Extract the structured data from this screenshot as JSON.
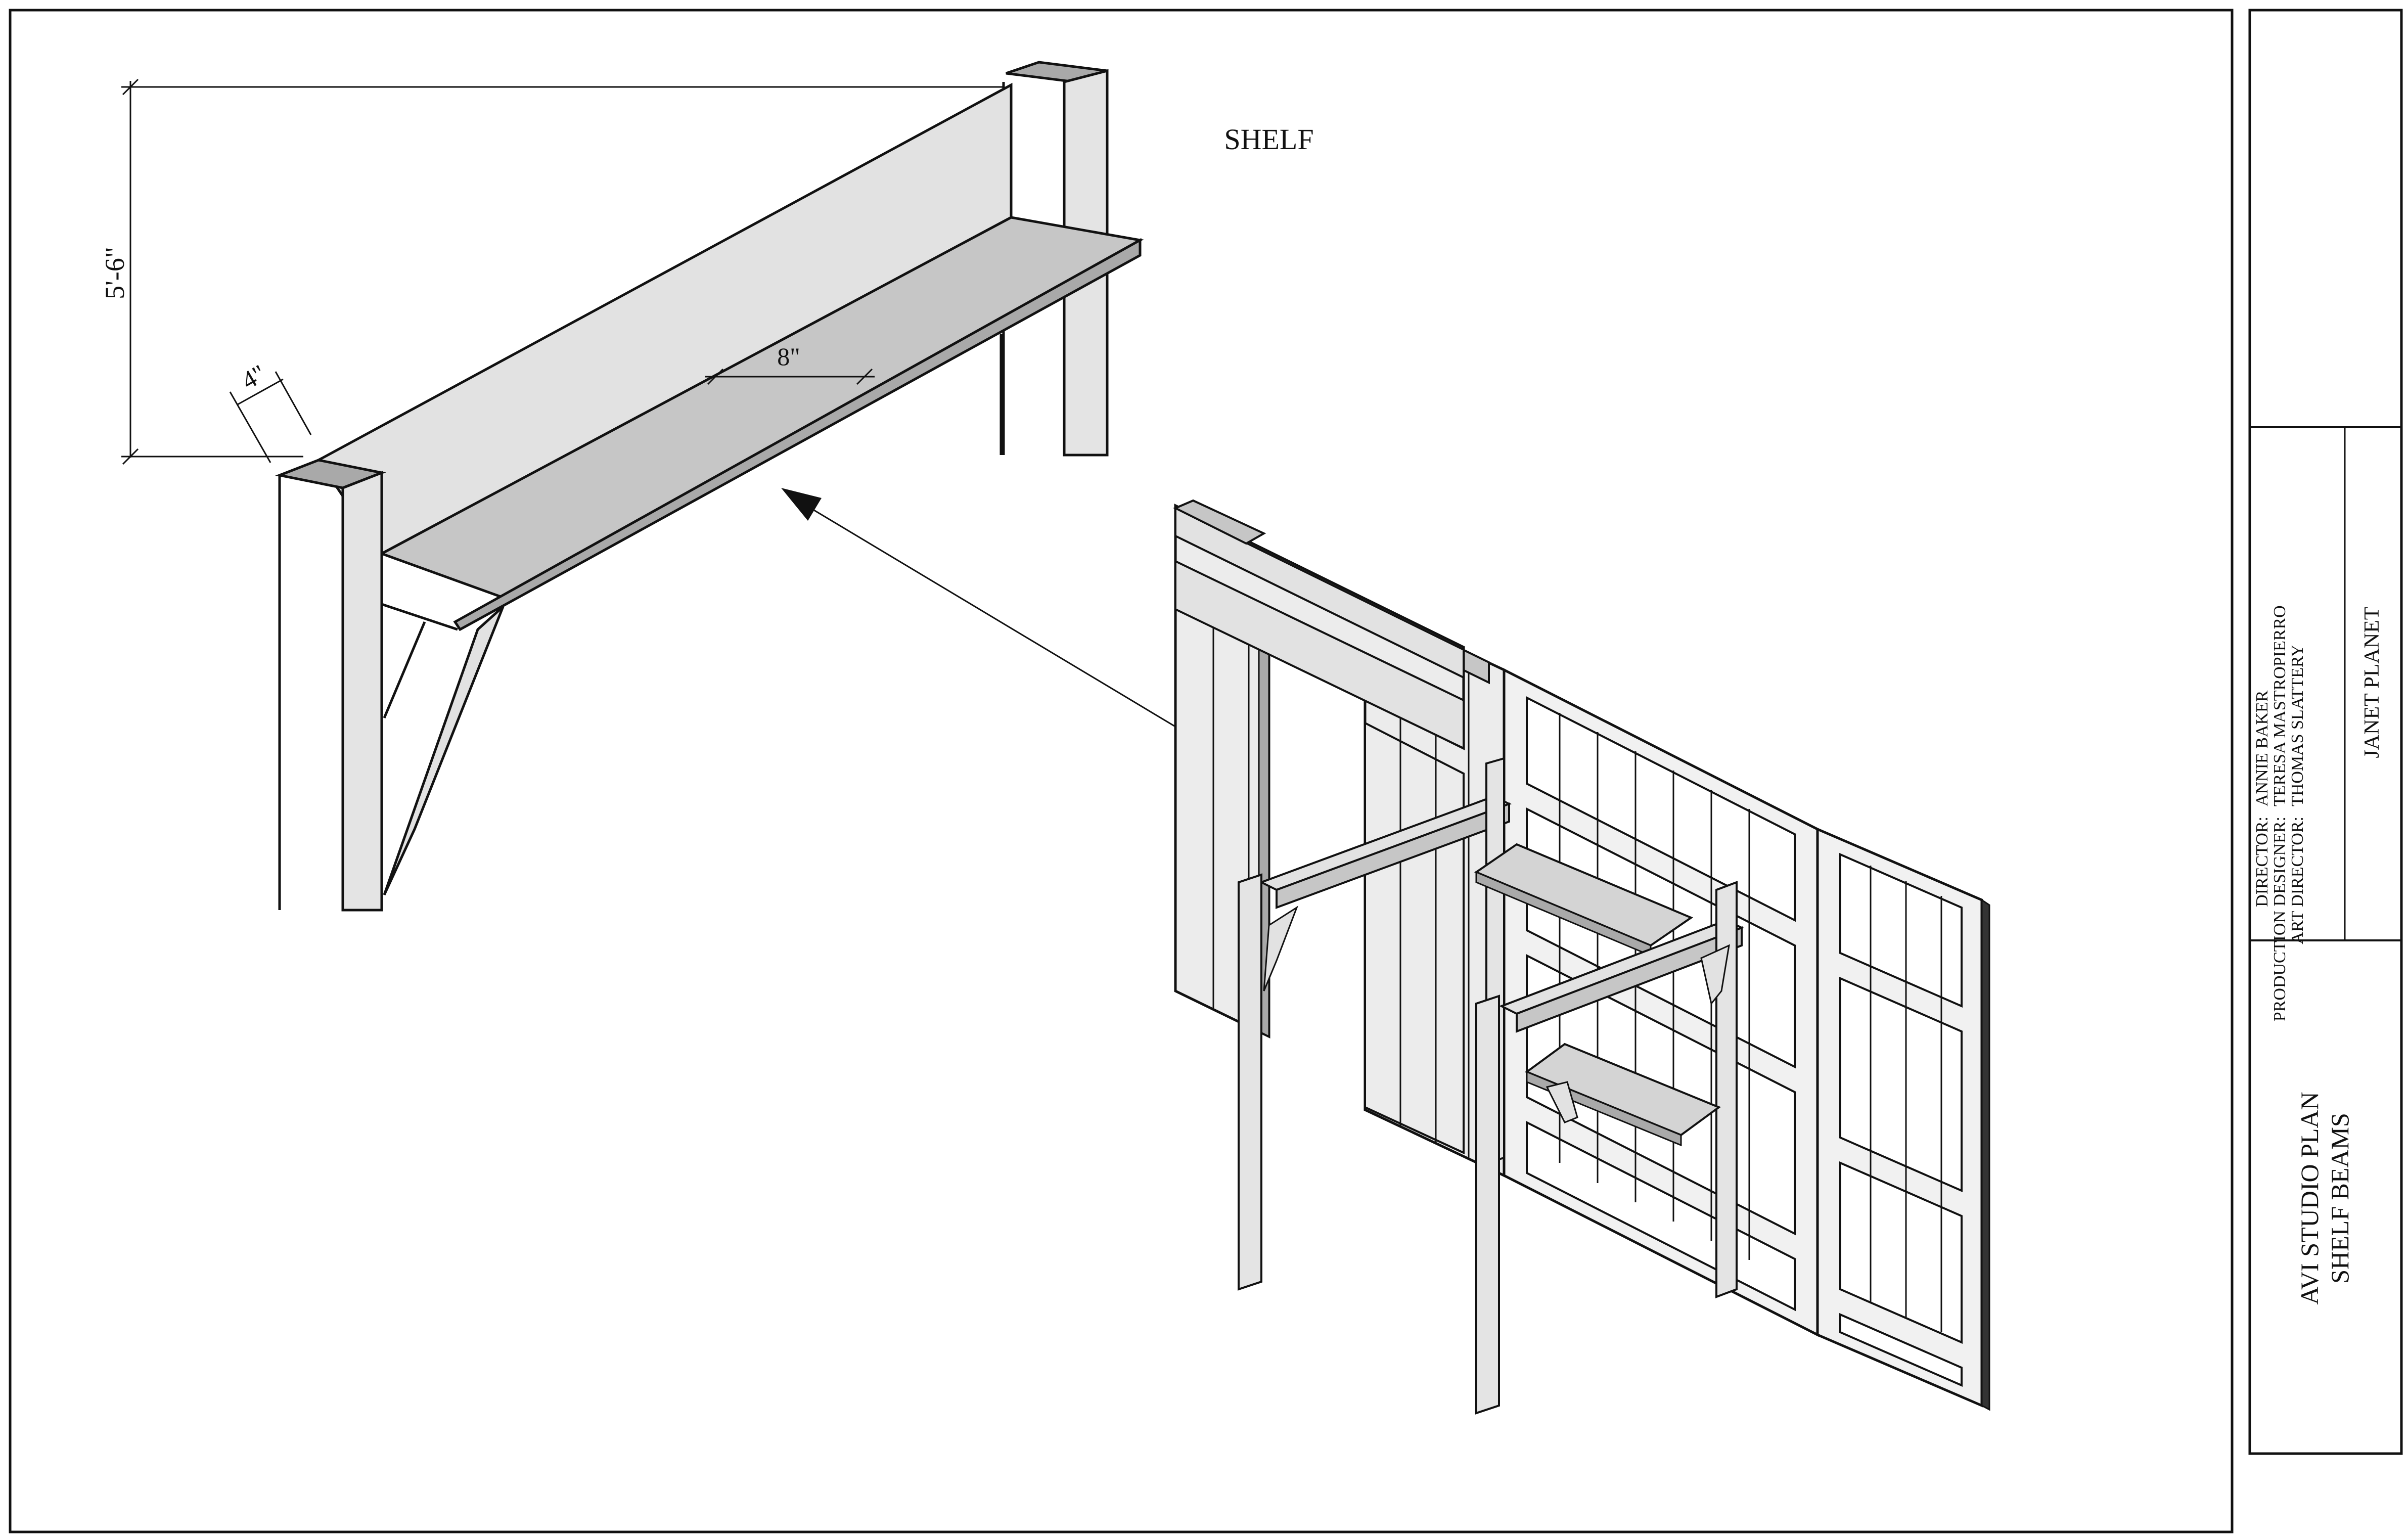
{
  "detail": {
    "label": "SHELF",
    "dim_height": "5'-6\"",
    "dim_depth": "8\"",
    "dim_thickness": "4\""
  },
  "title_block": {
    "credits": [
      {
        "role": "DIRECTOR:",
        "name": "ANNIE BAKER"
      },
      {
        "role": "PRODUCTION DESIGNER:",
        "name": "TERESA MASTROPIERRO"
      },
      {
        "role": "ART DIRECTOR:",
        "name": "THOMAS SLATTERY"
      }
    ],
    "show_title": "JANET PLANET",
    "plan_title_line1": "AVI STUDIO PLAN",
    "plan_title_line2": "SHELF BEAMS"
  },
  "colors": {
    "line": "#111111",
    "light_fill": "#e2e2e2",
    "mid_fill": "#c6c6c6",
    "dark_fill": "#a9a9a9",
    "paper": "#ffffff"
  }
}
